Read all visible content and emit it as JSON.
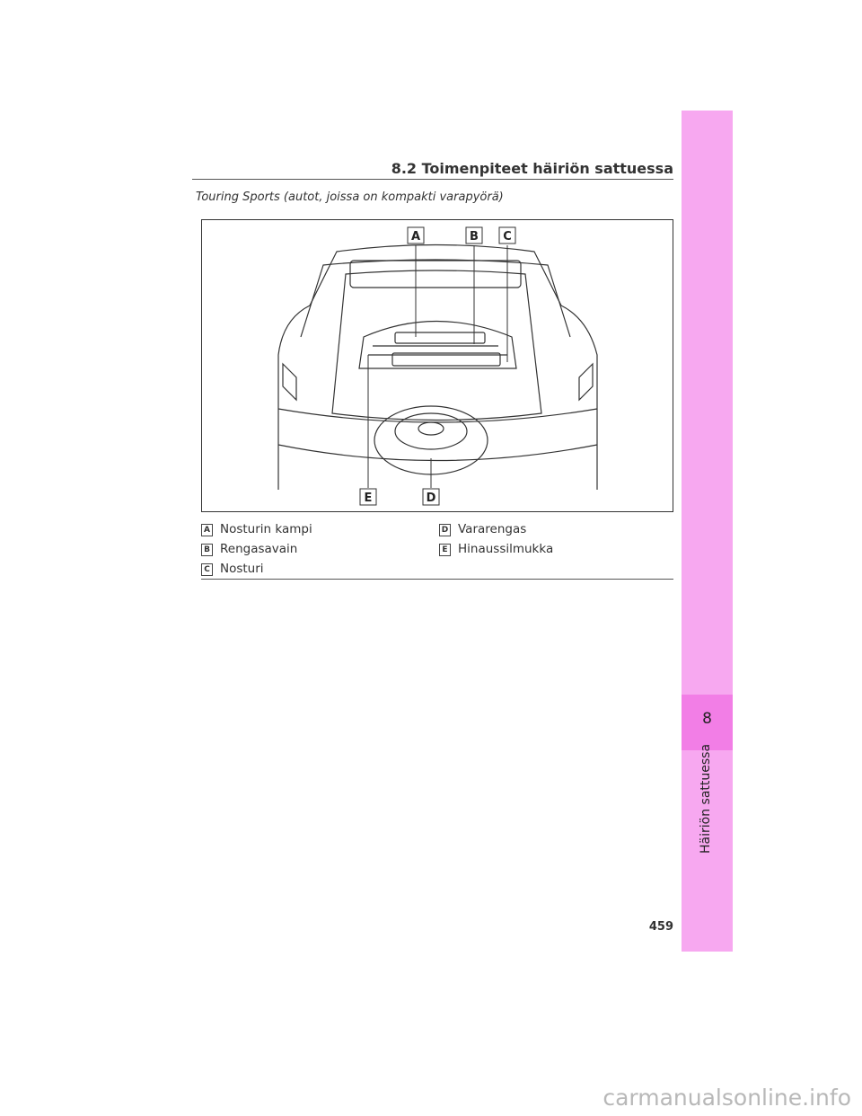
{
  "header": {
    "section": "8.2 Toimenpiteet häiriön sattuessa"
  },
  "caption": "Touring Sports (autot, joissa on kompakti varapyörä)",
  "figure": {
    "callouts": [
      "A",
      "B",
      "C",
      "D",
      "E"
    ]
  },
  "legend": [
    {
      "key": "A",
      "label": "Nosturin kampi"
    },
    {
      "key": "B",
      "label": "Rengasavain"
    },
    {
      "key": "C",
      "label": "Nosturi"
    },
    {
      "key": "D",
      "label": "Vararengas"
    },
    {
      "key": "E",
      "label": "Hinaussilmukka"
    }
  ],
  "side_tab": {
    "number": "8",
    "title": "Häiriön sattuessa"
  },
  "page_number": "459",
  "watermark": "carmanualsonline.info"
}
